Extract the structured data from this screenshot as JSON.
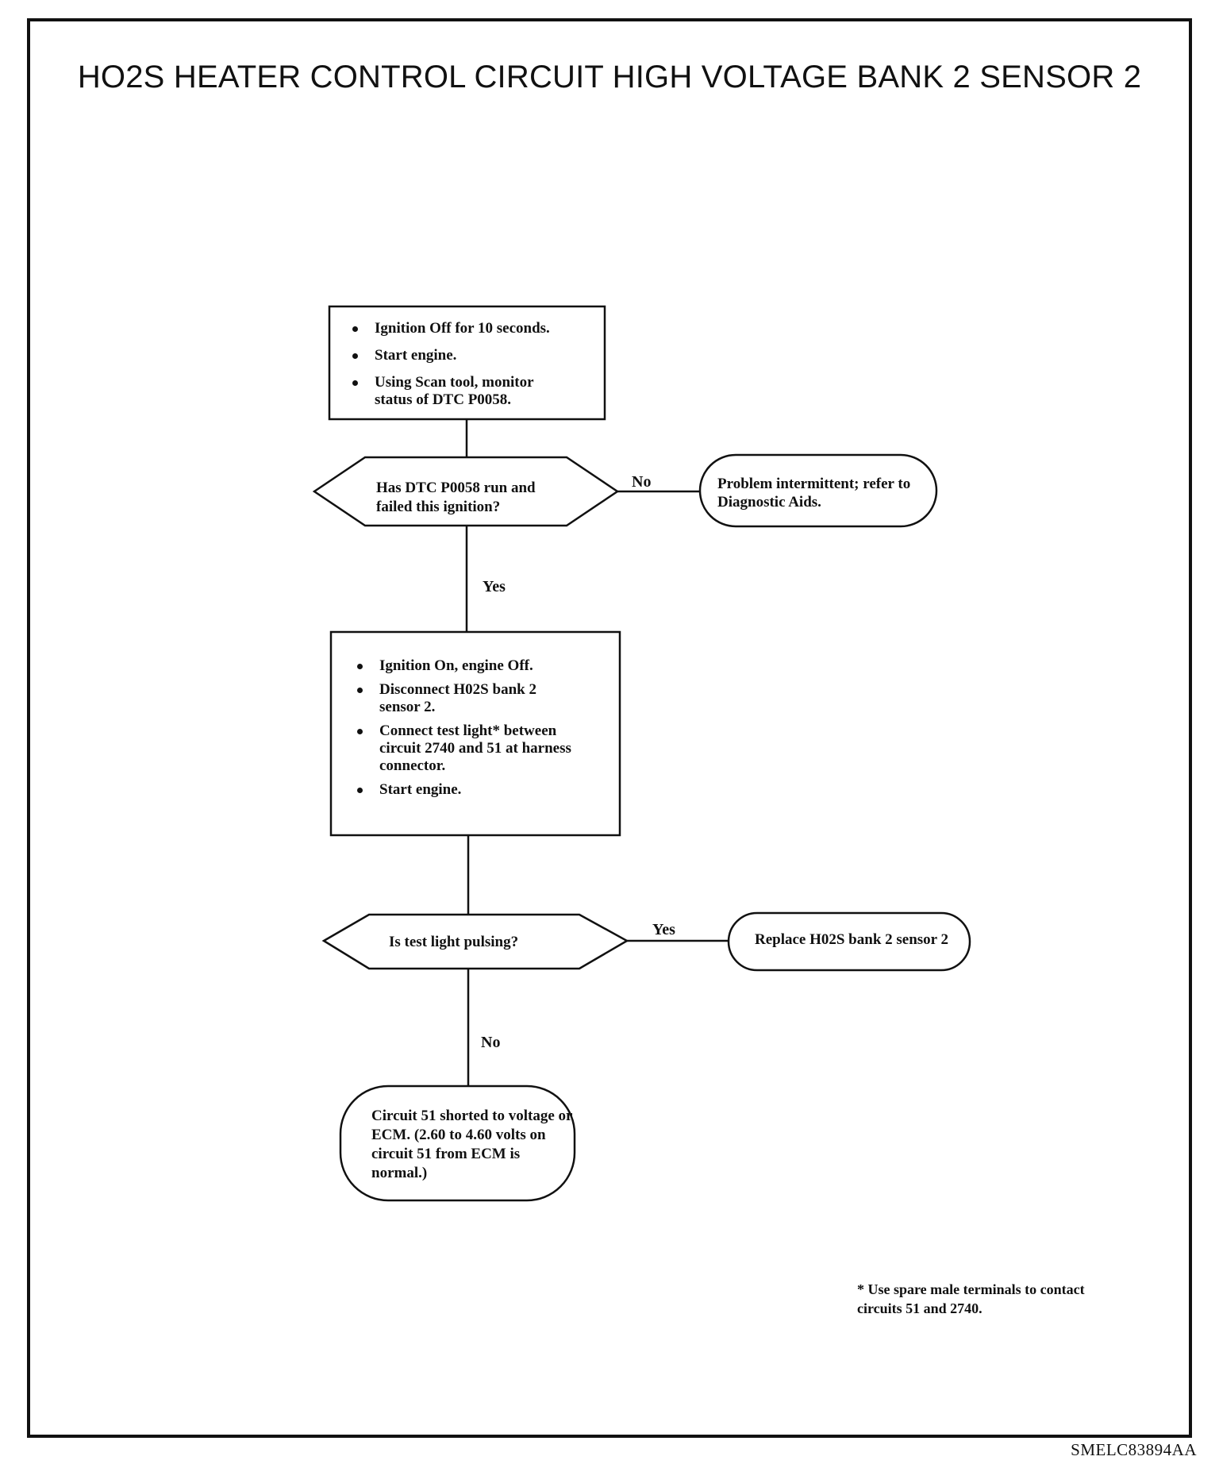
{
  "title": "HO2S HEATER CONTROL CIRCUIT HIGH VOLTAGE BANK 2 SENSOR 2",
  "step1": {
    "bullets": [
      "Ignition Off for 10 seconds.",
      "Start engine.",
      "Using Scan tool, monitor status of  DTC P0058."
    ]
  },
  "decision1": {
    "question": "Has DTC P0058 run and failed this ignition?",
    "no_label": "No",
    "yes_label": "Yes"
  },
  "result1": "Problem intermittent; refer to Diagnostic Aids.",
  "step2": {
    "bullets": [
      "Ignition On, engine Off.",
      "Disconnect H02S bank 2 sensor 2.",
      "Connect test light* between circuit 2740 and 51 at harness connector.",
      "Start engine."
    ]
  },
  "decision2": {
    "question": "Is test light pulsing?",
    "yes_label": "Yes",
    "no_label": "No"
  },
  "result2": "Replace H02S bank 2 sensor 2",
  "result3": "Circuit 51 shorted to voltage or ECM. (2.60 to 4.60 volts on circuit 51 from ECM is normal.)",
  "footnote": "*  Use spare male terminals to contact circuits 51 and 2740.",
  "figure_code": "SMELC83894AA"
}
